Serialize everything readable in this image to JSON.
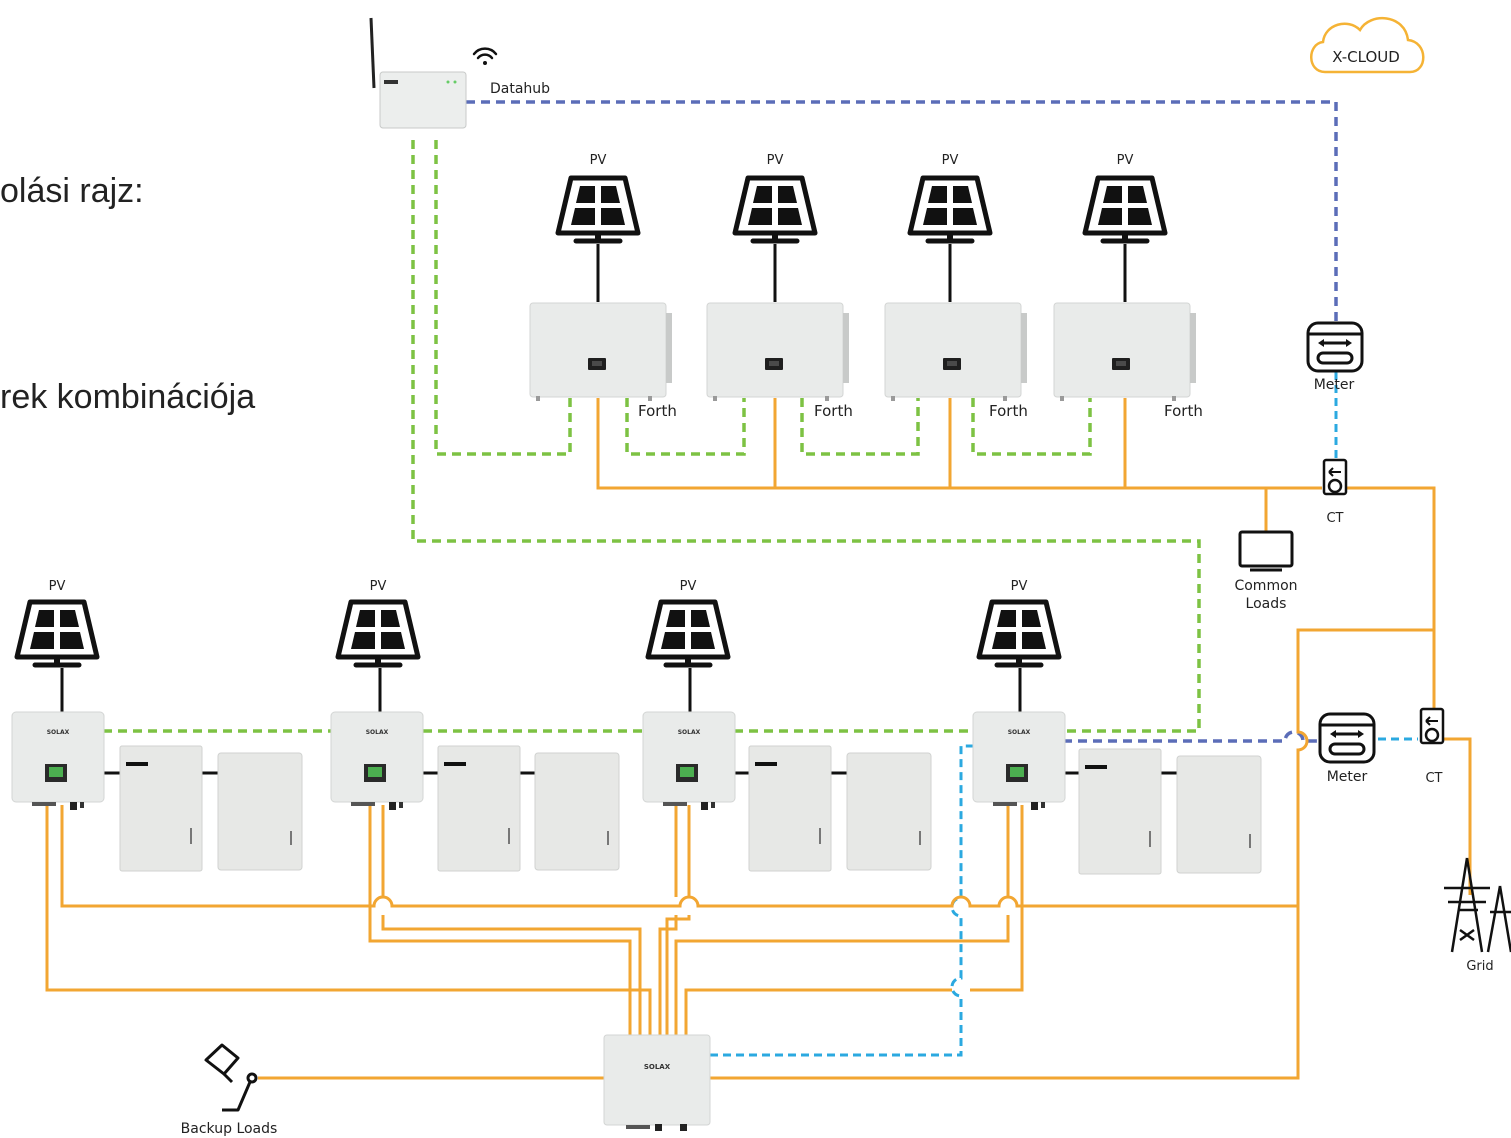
{
  "side_text": {
    "line1": "olási rajz:",
    "line2": "rek kombinációja"
  },
  "labels": {
    "datahub": "Datahub",
    "xcloud": "X-CLOUD",
    "pv": "PV",
    "forth": "Forth",
    "meter": "Meter",
    "ct": "CT",
    "common_loads_1": "Common",
    "common_loads_2": "Loads",
    "grid": "Grid",
    "backup_loads": "Backup Loads",
    "solax": "SOLAX"
  },
  "colors": {
    "ac_line": "#F2A632",
    "comm_green": "#7DC243",
    "comm_blue": "#5B6DB8",
    "comm_cyan": "#2BA9E0",
    "cloud": "#F5B335"
  }
}
